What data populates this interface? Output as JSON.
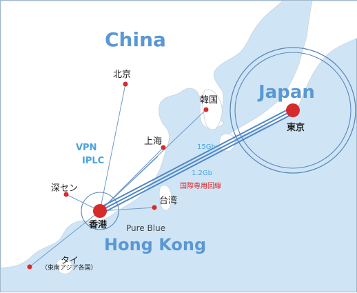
{
  "regions": {
    "china": "China",
    "japan": "Japan",
    "hong_kong": "Hong Kong"
  },
  "cities": {
    "beijing": "北京",
    "korea": "韓国",
    "shanghai": "上海",
    "shenzhen": "深セン",
    "taiwan": "台湾",
    "hong_kong": "香港",
    "tokyo": "東京",
    "thailand": "タイ",
    "thailand_note": "（東南アジア各国）"
  },
  "network": {
    "vpn": "VPN",
    "iplc": "IPLC",
    "bandwidth_1": "15Gb",
    "bandwidth_2": "1.2Gb",
    "international_line": "国際専用回線",
    "pure_blue": "Pure Blue"
  },
  "colors": {
    "sea": "#cfe5f6",
    "land": "#ffffff",
    "region_label": "#5a98d3",
    "hub": "#d62b2b",
    "link_line": "#4f86c6",
    "international_label": "#d62b2b",
    "bandwidth_label": "#4aa3df"
  }
}
